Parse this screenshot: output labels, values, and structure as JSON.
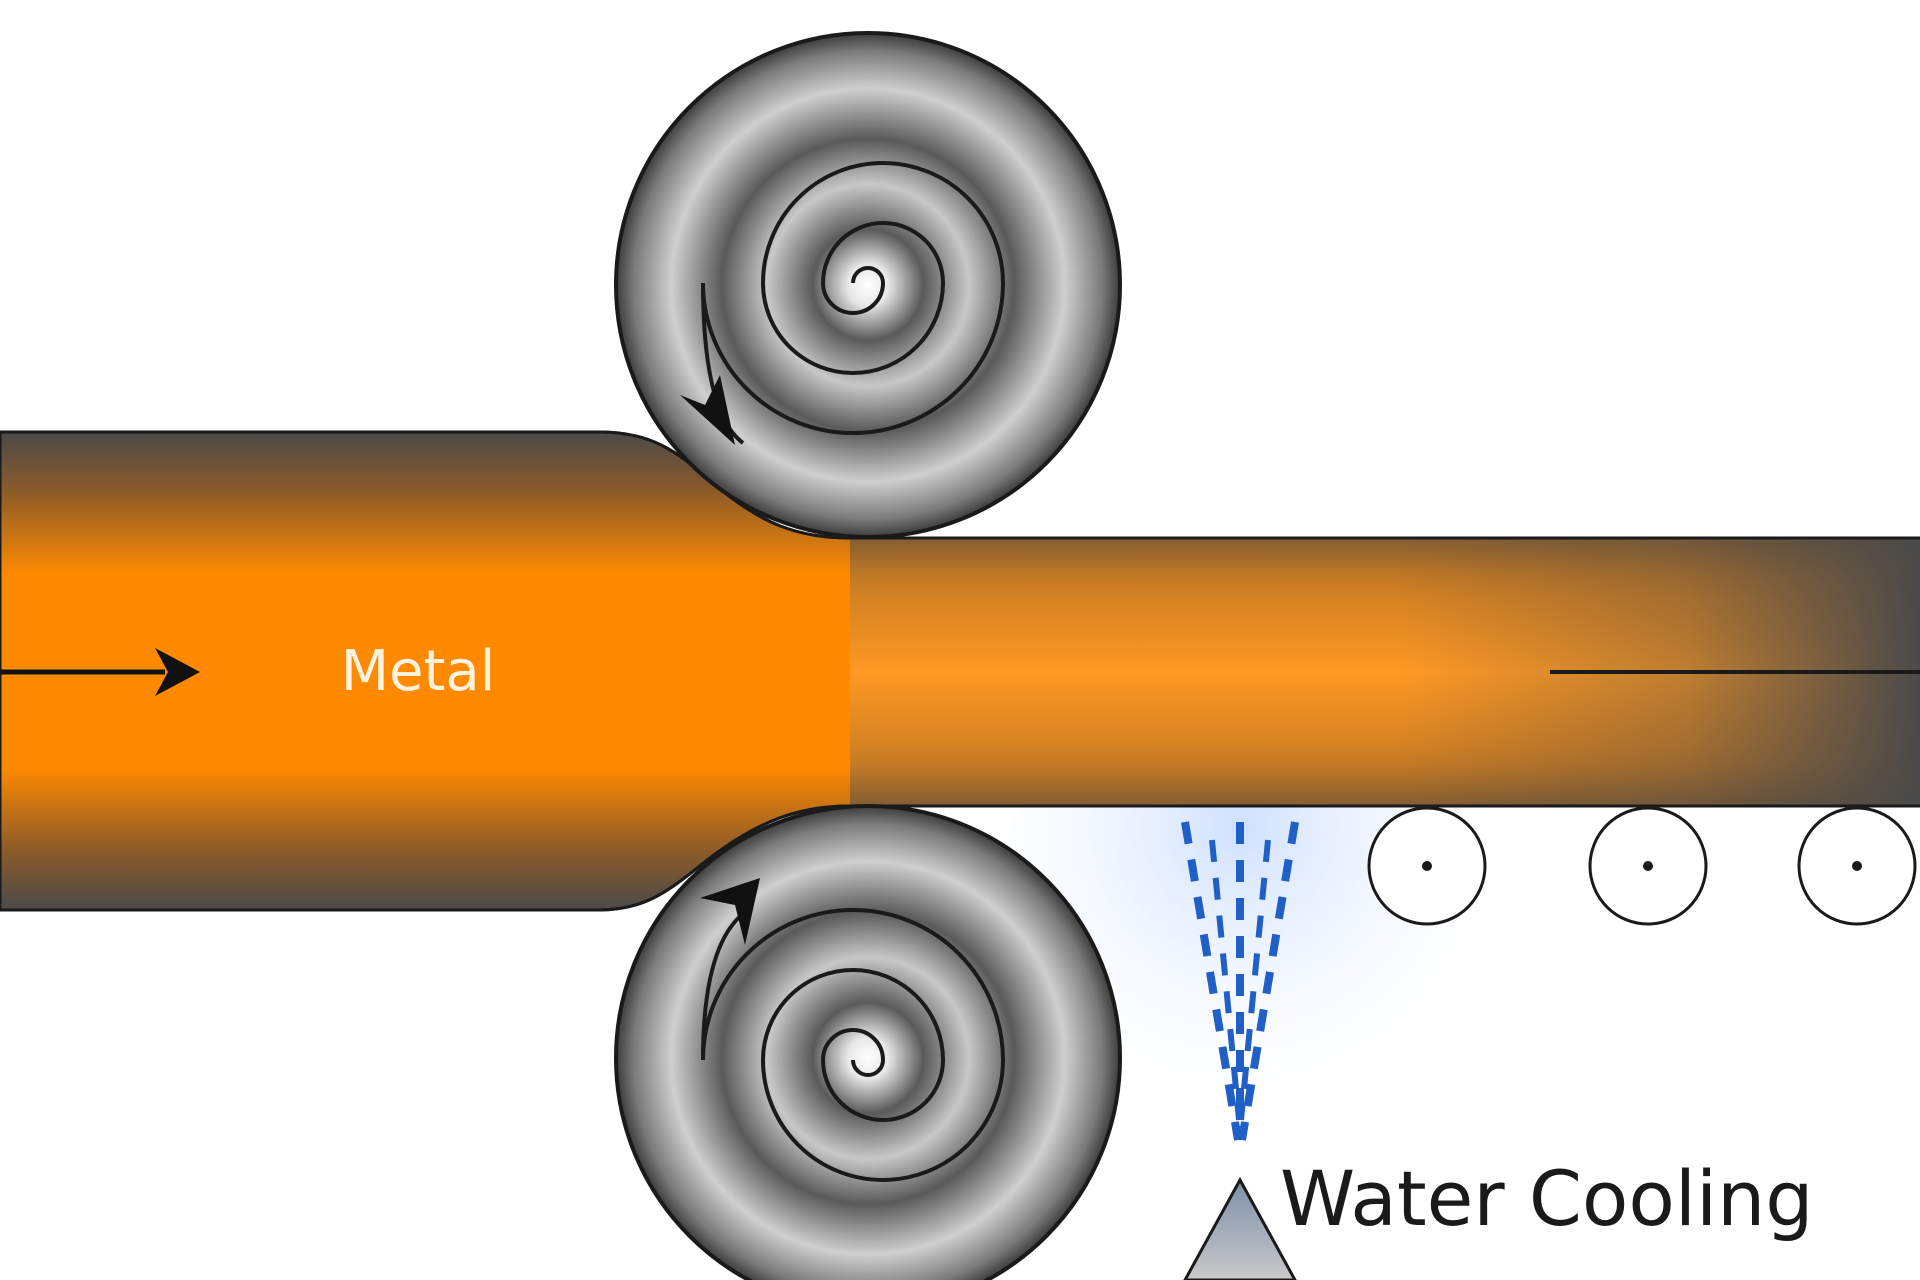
{
  "diagram": {
    "labels": {
      "metal": "Metal",
      "water_cooling": "Water Cooling"
    },
    "colors": {
      "background": "#ffffff",
      "hot_metal": "#ff8a00",
      "hot_metal_light": "#ffa640",
      "cold_metal": "#4a4a4a",
      "roll_dark": "#3c3c3c",
      "roll_light": "#dcdcdc",
      "outline": "#1a1a1a",
      "water_spray": "#1f5fc6",
      "water_glow": "#c9dcff",
      "nozzle": "#8a8a8a",
      "support_roller_fill": "#ffffff",
      "label_on_metal": "#fff3e0",
      "label_text": "#1a1a1a"
    },
    "icons": {
      "feed_arrow": "arrow-right-icon",
      "top_roll_rotation": "rotation-arrow-icon",
      "bottom_roll_rotation": "rotation-arrow-icon",
      "spray_nozzle": "nozzle-icon"
    },
    "support_roller_count": 3
  }
}
